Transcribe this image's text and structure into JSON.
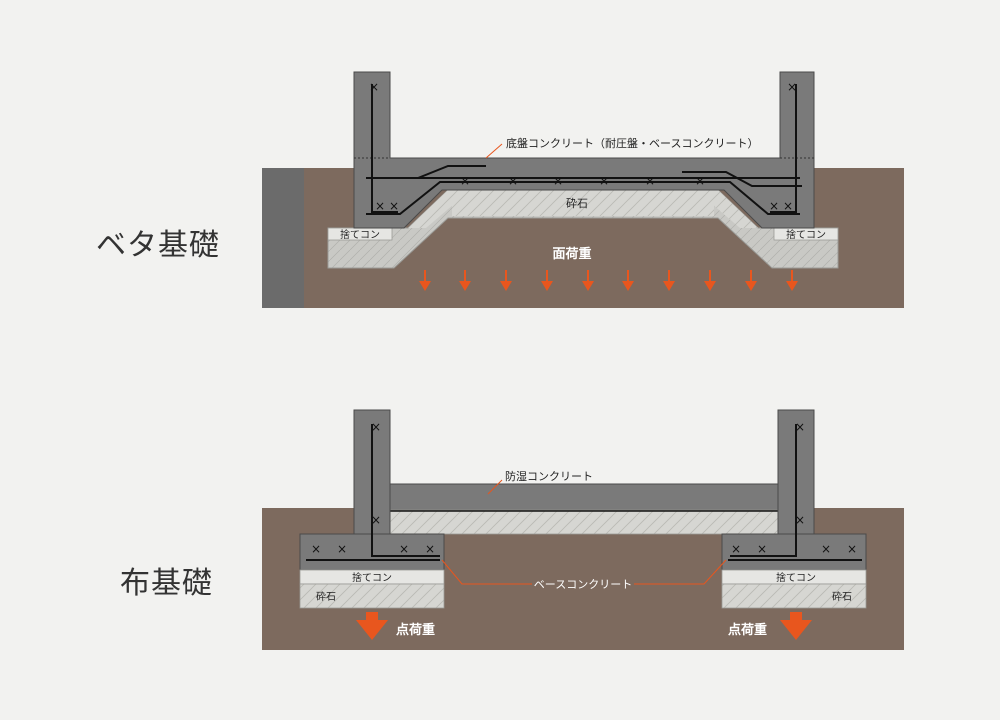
{
  "beta": {
    "title": "ベタ基礎",
    "callout": "底盤コンクリート（耐圧盤・ベースコンクリート）",
    "gravel": "砕石",
    "leveling": "捨てコン",
    "load": "面荷重"
  },
  "nuno": {
    "title": "布基礎",
    "callout_top": "防湿コンクリート",
    "callout_base": "ベースコンクリート",
    "leveling": "捨てコン",
    "gravel": "砕石",
    "load": "点荷重"
  },
  "colors": {
    "background": "#f2f2f0",
    "soil": "#7d6a5e",
    "concrete": "#7a7a7a",
    "gravel": "#d6d6d2",
    "leveling": "#c7c7c4",
    "accent": "#e8561e"
  }
}
